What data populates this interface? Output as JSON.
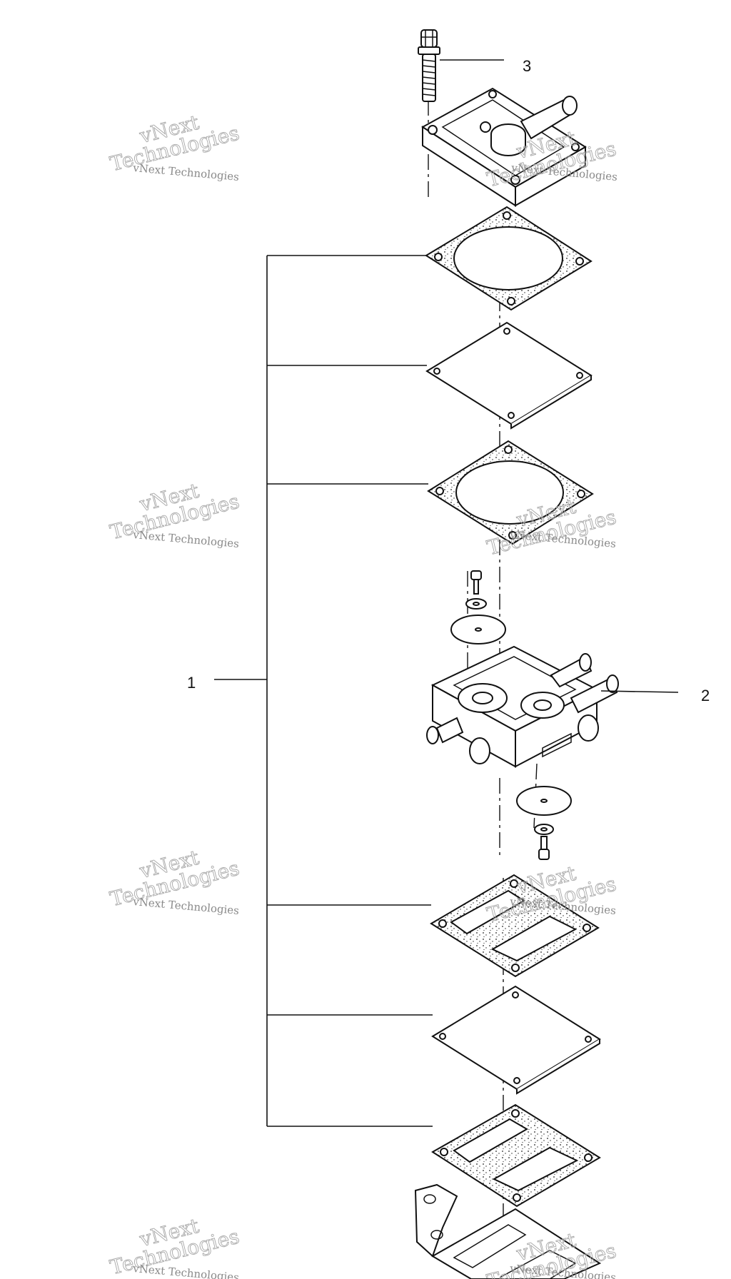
{
  "diagram": {
    "callouts": {
      "assembly_label": "1",
      "pump_body_label": "2",
      "screw_label": "3"
    },
    "watermark": {
      "brand_line_1": "vNext",
      "brand_line_2": "Technologies",
      "small_line": "vNext Technologies"
    },
    "colors": {
      "line": "#111111",
      "watermark": "#9a9a9a",
      "gasket_speckle": "#222222"
    }
  }
}
